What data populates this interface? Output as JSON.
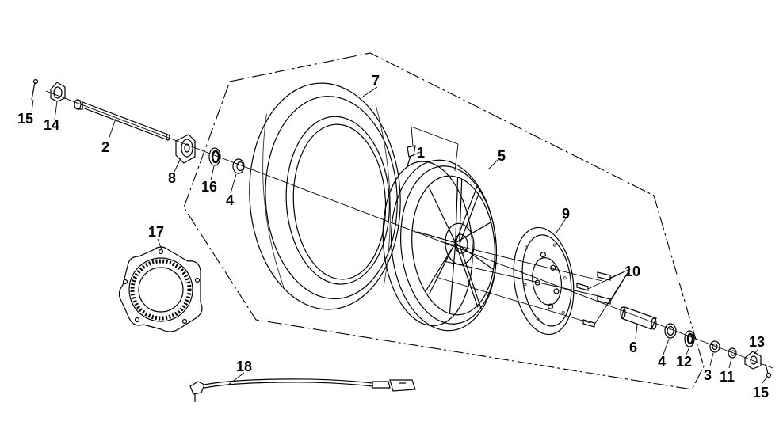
{
  "diagram": {
    "type": "exploded-parts-view",
    "subject": "front wheel assembly",
    "callouts": {
      "c1": "1",
      "c2": "2",
      "c3": "3",
      "c4a": "4",
      "c4b": "4",
      "c5": "5",
      "c6": "6",
      "c7": "7",
      "c8": "8",
      "c9": "9",
      "c10": "10",
      "c11": "11",
      "c12": "12",
      "c13": "13",
      "c14": "14",
      "c15a": "15",
      "c15b": "15",
      "c16": "16",
      "c17": "17",
      "c18": "18"
    }
  }
}
